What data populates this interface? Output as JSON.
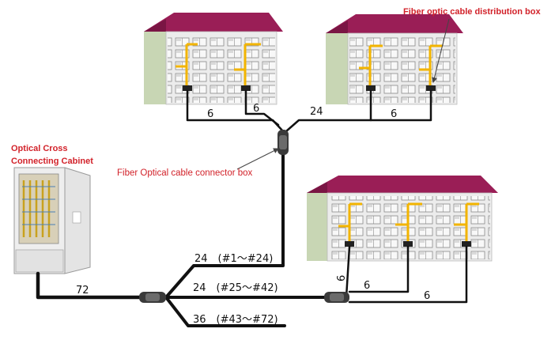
{
  "labels": {
    "distribution_box": "Fiber optic cable distribution box",
    "cabinet_line1": "Optical Cross",
    "cabinet_line2": "Connecting Cabinet",
    "connector_box": "Fiber Optical cable connector box"
  },
  "counts": {
    "b1_left": "6",
    "b1_right": "6",
    "trunk_top": "24",
    "b2_drop": "6",
    "cabinet_out": "72",
    "branch1": "24　(#1～#24)",
    "branch2": "24　(#25～#42)",
    "branch3": "36　(#43～#72)",
    "b3_vertical": "6",
    "b3_mid": "6",
    "b3_low": "6"
  },
  "colors": {
    "roof": "#9a1e56",
    "wall": "#ececec",
    "wall_side": "#c8d6b4",
    "fiber": "#f2b400",
    "cable": "#111111",
    "label_red": "#d2222a"
  }
}
